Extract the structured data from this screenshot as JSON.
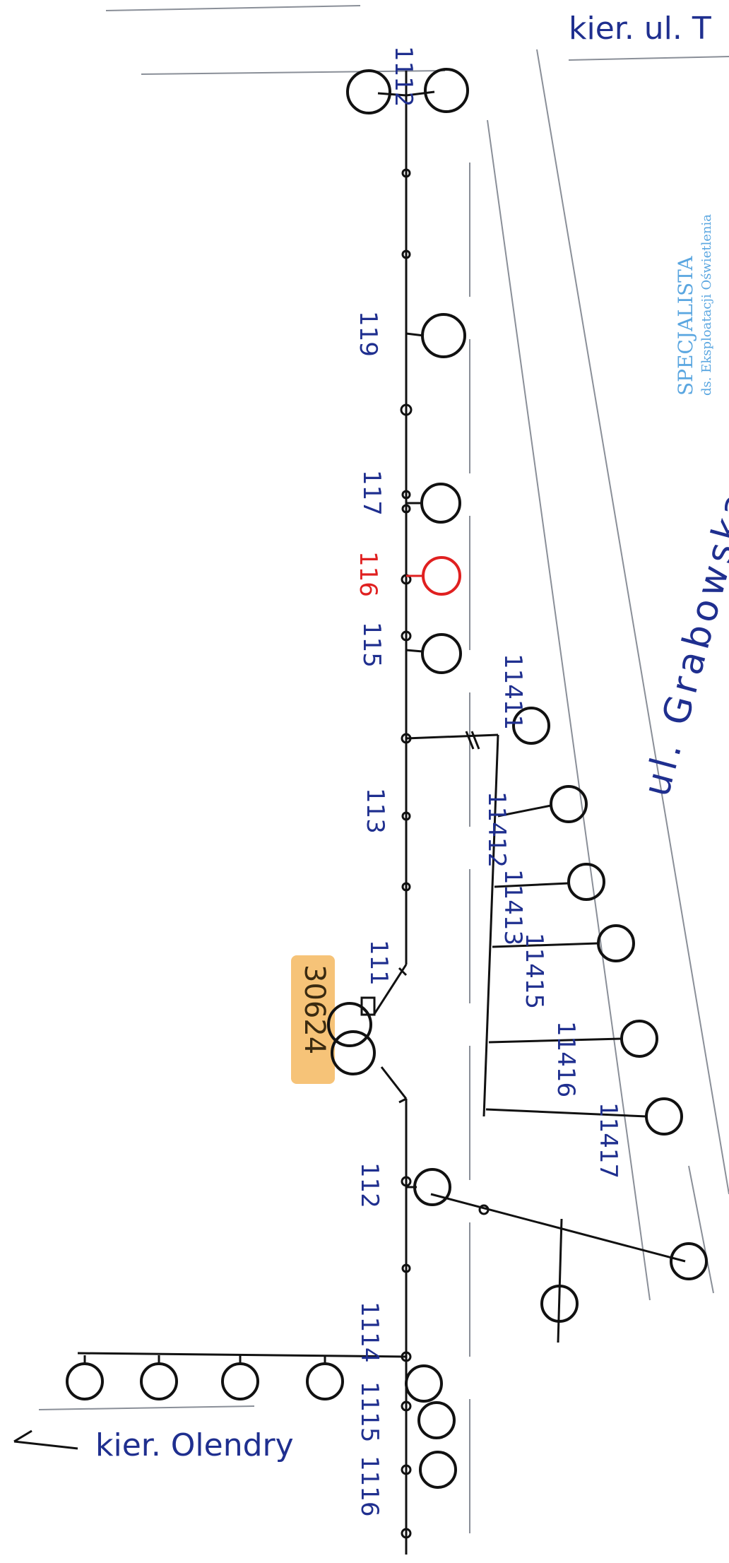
{
  "main_labels": [
    "1112",
    "119",
    "117",
    "116",
    "115",
    "113",
    "111",
    "112",
    "1114",
    "1115",
    "1116"
  ],
  "highlight_label": "116",
  "branch_labels": [
    "11411",
    "11412",
    "11413",
    "11415",
    "11416",
    "11417"
  ],
  "station_tag": "30624",
  "street_name": "ul. Grabowska",
  "direction_top": "kier. ul. T",
  "direction_left": "kier. Olendry",
  "stamp": {
    "line1": "SPECJALISTA",
    "line2": "ds. Eksploatacji Oświetlenia"
  },
  "colors": {
    "ink_blue": "#1f2f8f",
    "ink_red": "#e02020",
    "stamp_blue": "#5aa6e0",
    "tag_orange": "#f5b860"
  }
}
